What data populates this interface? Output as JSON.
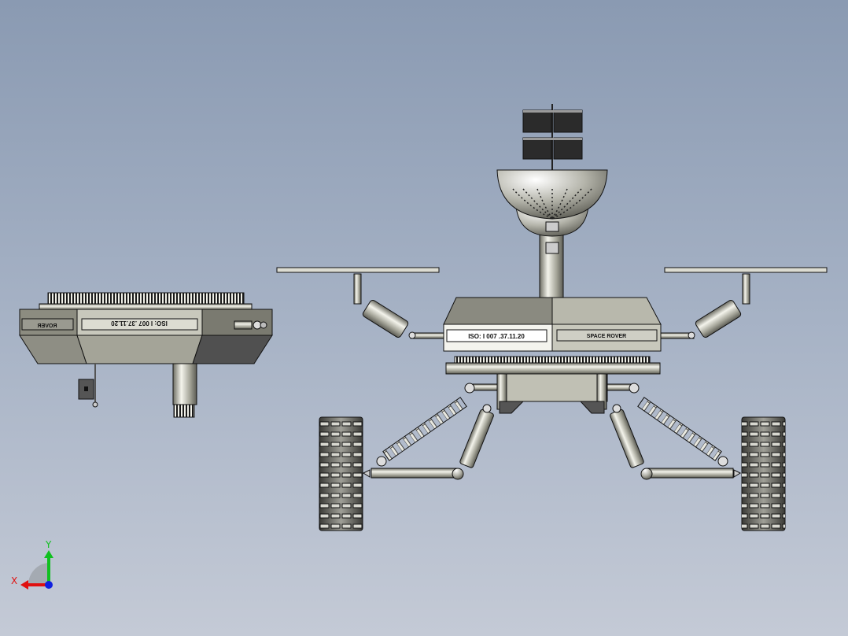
{
  "viewport": {
    "background_top": "#8a9ab2",
    "background_bottom": "#c4cad6"
  },
  "front_view": {
    "name": "rover-front-view",
    "label_left": "ISO: I 007 .37.11.20",
    "label_right": "SPACE ROVER"
  },
  "side_view": {
    "name": "rover-side-view-mirrored",
    "label_center": "ISO: I 007 .37.11.20",
    "label_left": "ROVER"
  },
  "axis_triad": {
    "x_label": "X",
    "y_label": "Y",
    "x_color": "#e01010",
    "y_color": "#10c020",
    "z_color": "#1020e0"
  }
}
